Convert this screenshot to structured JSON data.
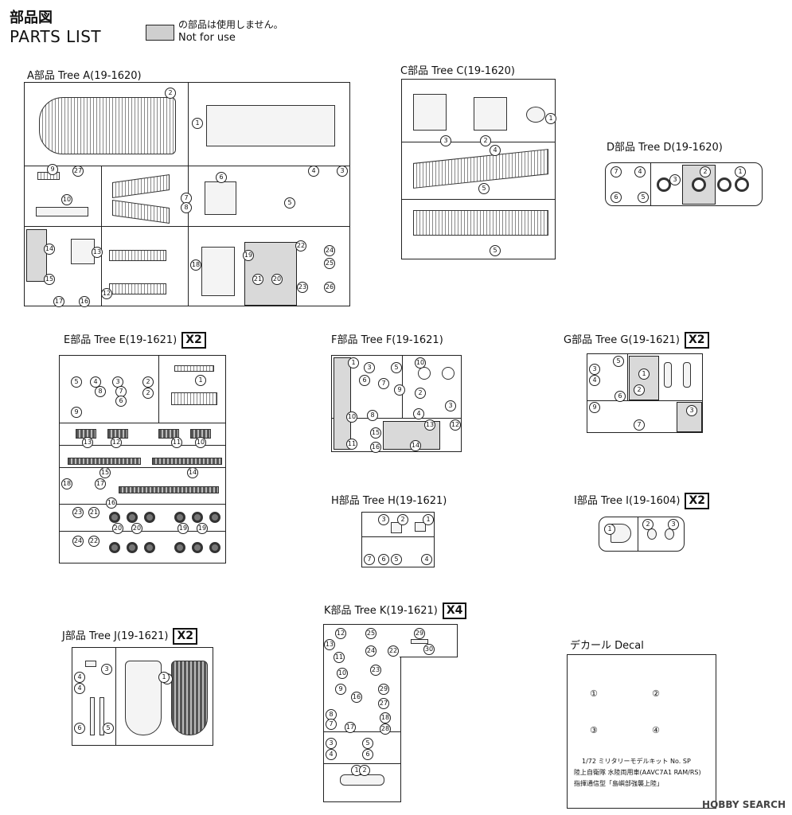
{
  "header": {
    "title_jp": "部品図",
    "title_en": "PARTS LIST",
    "legend_jp": "の部品は使用しません。",
    "legend_en": "Not for use"
  },
  "trees": {
    "A": {
      "label": "A部品 Tree A(19-1620)"
    },
    "C": {
      "label": "C部品 Tree C(19-1620)"
    },
    "D": {
      "label": "D部品 Tree D(19-1620)"
    },
    "E": {
      "label": "E部品 Tree E(19-1621)",
      "badge": "X2"
    },
    "F": {
      "label": "F部品 Tree F(19-1621)"
    },
    "G": {
      "label": "G部品 Tree G(19-1621)",
      "badge": "X2"
    },
    "H": {
      "label": "H部品 Tree H(19-1621)"
    },
    "I": {
      "label": "I部品 Tree I(19-1604)",
      "badge": "X2"
    },
    "J": {
      "label": "J部品 Tree J(19-1621)",
      "badge": "X2"
    },
    "K": {
      "label": "K部品 Tree K(19-1621)",
      "badge": "X4"
    }
  },
  "decal": {
    "label": "デカール Decal",
    "numbers": [
      "①",
      "②",
      "③",
      "④"
    ],
    "line1": "1/72 ミリタリーモデルキット No. SP",
    "line2": "陸上自衛隊 水陸両用車(AAVC7A1 RAM/RS)",
    "line3": "指揮通信型「島嶼部強襲上陸」"
  },
  "watermark": "HOBBY SEARCH"
}
